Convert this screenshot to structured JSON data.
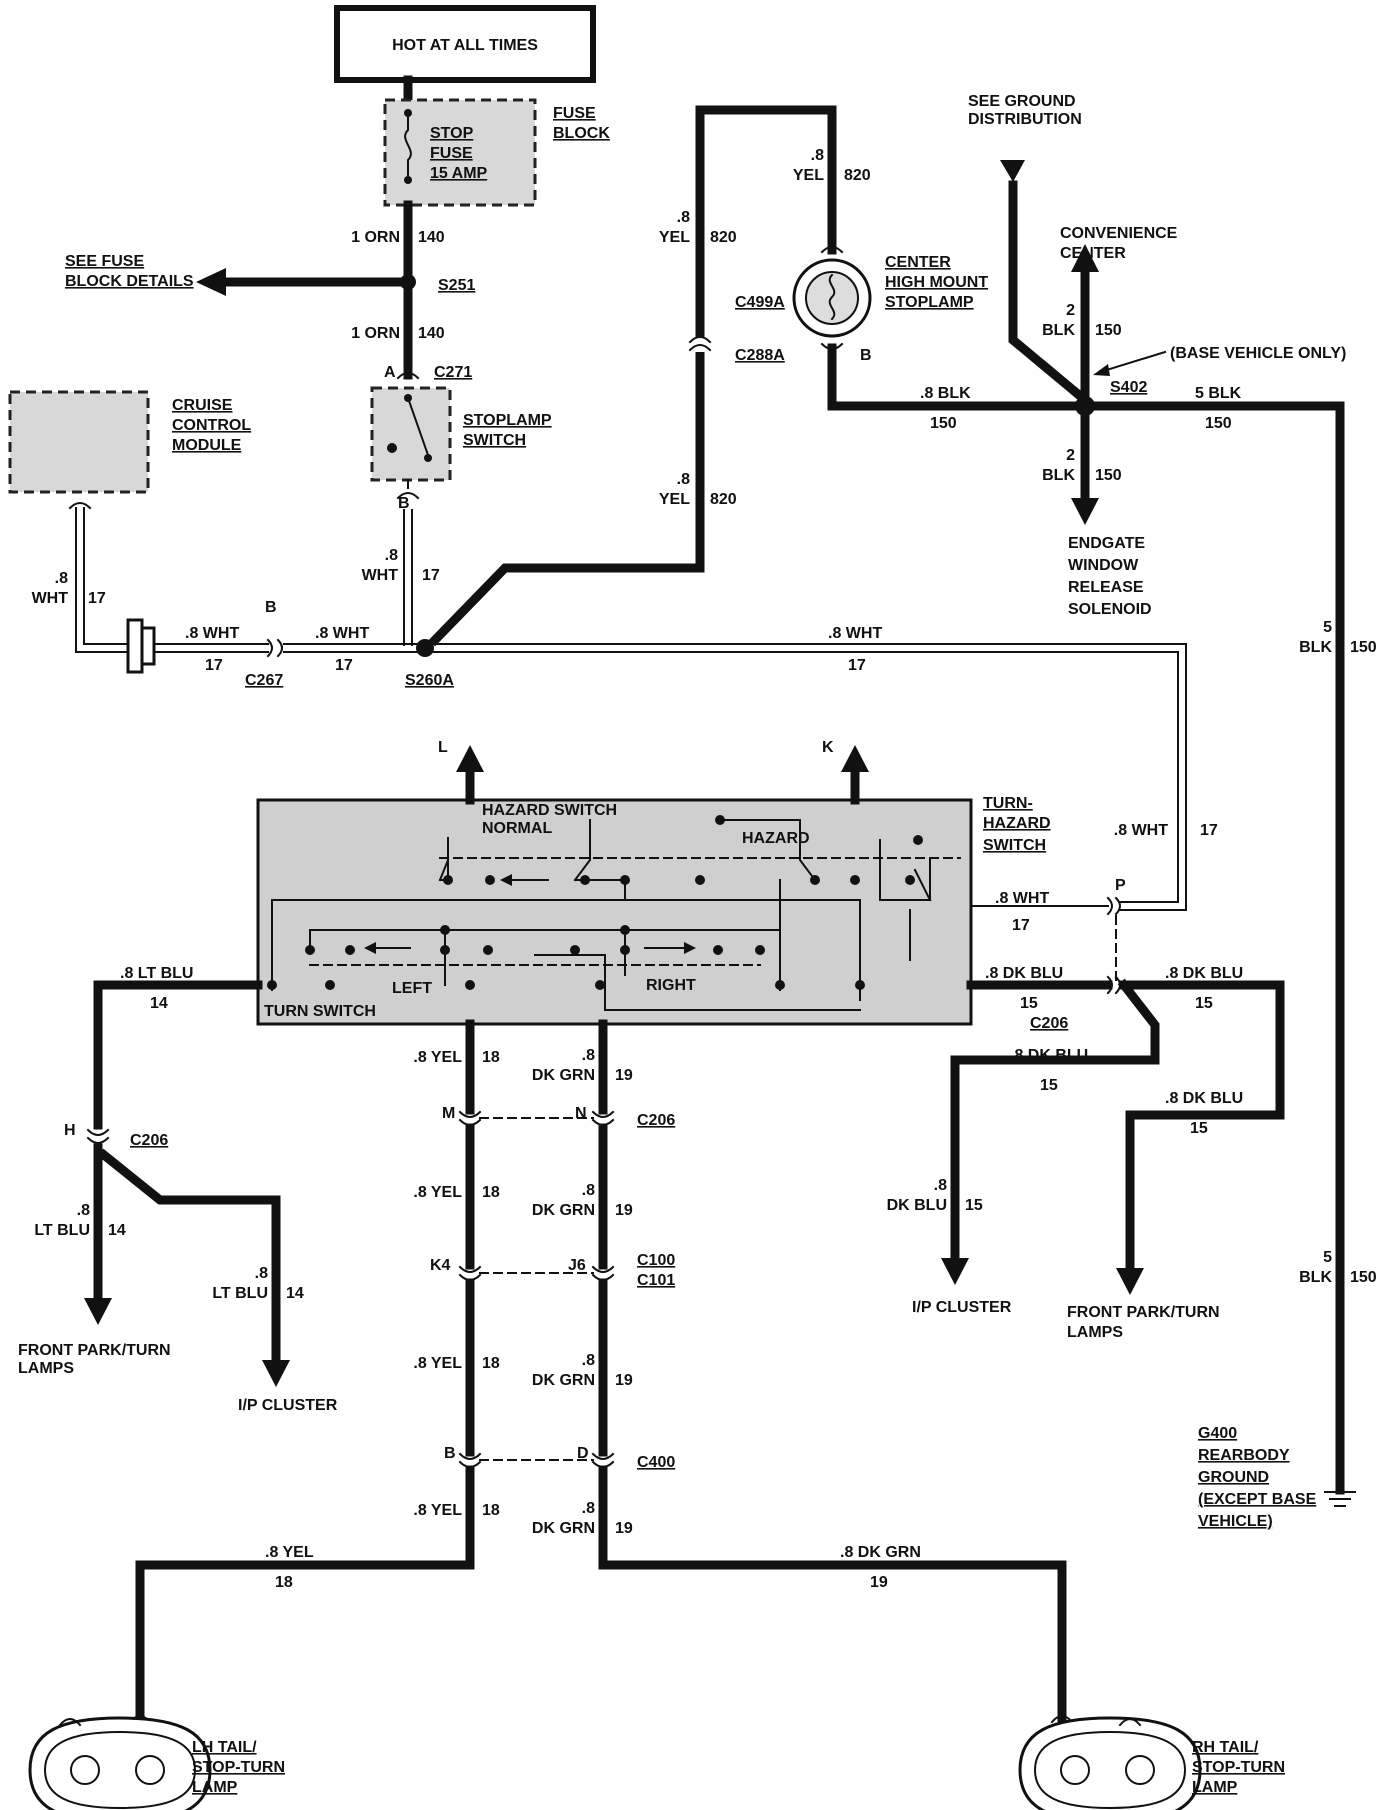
{
  "title": "HOT AT ALL TIMES",
  "fuse_block": {
    "label1": "FUSE",
    "label2": "BLOCK",
    "fuse1": "STOP",
    "fuse2": "FUSE",
    "fuse3": "15 AMP"
  },
  "see_fuse": {
    "line1": "SEE FUSE",
    "line2": "BLOCK DETAILS"
  },
  "s251": "S251",
  "orn_top": {
    "gauge": "1 ORN",
    "circuit": "140"
  },
  "orn_bot": {
    "gauge": "1 ORN",
    "circuit": "140"
  },
  "c271": {
    "pin": "A",
    "name": "C271",
    "pin_b": "B"
  },
  "stoplamp_switch": {
    "line1": "STOPLAMP",
    "line2": "SWITCH"
  },
  "cruise": {
    "line1": "CRUISE",
    "line2": "CONTROL",
    "line3": "MODULE"
  },
  "wht_left_vert": {
    "gauge1": ".8",
    "gauge2": "WHT",
    "circuit": "17"
  },
  "wht_switch_vert": {
    "gauge1": ".8",
    "gauge2": "WHT",
    "circuit": "17"
  },
  "c267": {
    "pin": "B",
    "name": "C267"
  },
  "wht_h1": {
    "gauge": ".8 WHT",
    "circuit": "17"
  },
  "wht_h2": {
    "gauge": ".8 WHT",
    "circuit": "17"
  },
  "wht_h3": {
    "gauge": ".8 WHT",
    "circuit": "17"
  },
  "s260a": "S260A",
  "yel_820_low": {
    "gauge1": ".8",
    "gauge2": "YEL",
    "circuit": "820"
  },
  "yel_820_mid": {
    "gauge1": ".8",
    "gauge2": "YEL",
    "circuit": "820"
  },
  "yel_820_top": {
    "gauge1": ".8",
    "gauge2": "YEL",
    "circuit": "820"
  },
  "c288a": "C288A",
  "c499a": "C499A",
  "chmsl": {
    "line1": "CENTER",
    "line2": "HIGH MOUNT",
    "line3": "STOPLAMP",
    "pin": "B"
  },
  "see_ground": {
    "line1": "SEE GROUND",
    "line2": "DISTRIBUTION"
  },
  "convenience": {
    "line1": "CONVENIENCE",
    "line2": "CENTER"
  },
  "blk_150_up": {
    "gauge1": "2",
    "gauge2": "BLK",
    "circuit": "150"
  },
  "base_only": "(BASE VEHICLE ONLY)",
  "s402": "S402",
  "blk_150_left": {
    "gauge": ".8 BLK",
    "circuit": "150"
  },
  "blk_150_right": {
    "gauge": "5 BLK",
    "circuit": "150"
  },
  "blk_150_down": {
    "gauge1": "2",
    "gauge2": "BLK",
    "circuit": "150"
  },
  "endgate": {
    "line1": "ENDGATE",
    "line2": "WINDOW",
    "line3": "RELEASE",
    "line4": "SOLENOID"
  },
  "blk_150_v1": {
    "gauge1": "5",
    "gauge2": "BLK",
    "circuit": "150"
  },
  "blk_150_v2": {
    "gauge1": "5",
    "gauge2": "BLK",
    "circuit": "150"
  },
  "g400": {
    "line1": "G400",
    "line2": "REARBODY",
    "line3": "GROUND",
    "line4": "(EXCEPT BASE",
    "line5": "VEHICLE)"
  },
  "switch": {
    "pin_l": "L",
    "pin_k": "K",
    "hazard_switch": "HAZARD SWITCH",
    "normal": "NORMAL",
    "hazard": "HAZARD",
    "left": "LEFT",
    "right": "RIGHT",
    "turn_switch": "TURN SWITCH",
    "name1": "TURN-",
    "name2": "HAZARD",
    "name3": "SWITCH"
  },
  "wht_p_vert": {
    "gauge": ".8 WHT",
    "circuit": "17"
  },
  "wht_p_h": {
    "gauge": ".8 WHT",
    "circuit": "17",
    "pin": "P"
  },
  "ltblu_h": {
    "gauge": ".8 LT BLU",
    "circuit": "14"
  },
  "dkblu_h": {
    "gauge": ".8 DK BLU",
    "circuit": "15"
  },
  "dkblu_r": {
    "gauge": ".8 DK BLU",
    "circuit": "15"
  },
  "c206_r": "C206",
  "dkblu_mid": {
    "gauge": ".8 DK BLU",
    "circuit": "15"
  },
  "dkblu_right2": {
    "gauge": ".8 DK BLU",
    "circuit": "15"
  },
  "dkblu_v": {
    "gauge1": ".8",
    "gauge2": "DK BLU",
    "circuit": "15"
  },
  "ip_cluster_r": "I/P CLUSTER",
  "front_park_r": {
    "line1": "FRONT PARK/TURN",
    "line2": "LAMPS"
  },
  "c206_left": {
    "pin": "H",
    "name": "C206"
  },
  "ltblu_v1": {
    "gauge1": ".8",
    "gauge2": "LT BLU",
    "circuit": "14"
  },
  "ltblu_v2": {
    "gauge1": ".8",
    "gauge2": "LT BLU",
    "circuit": "14"
  },
  "front_park_l": {
    "line1": "FRONT PARK/TURN",
    "line2": "LAMPS"
  },
  "ip_cluster_l": "I/P CLUSTER",
  "yel18": [
    {
      "gauge": ".8 YEL",
      "circuit": "18"
    },
    {
      "gauge": ".8 YEL",
      "circuit": "18"
    },
    {
      "gauge": ".8 YEL",
      "circuit": "18"
    },
    {
      "gauge": ".8 YEL",
      "circuit": "18"
    }
  ],
  "grn19": [
    {
      "gauge1": ".8",
      "gauge2": "DK GRN",
      "circuit": "19"
    },
    {
      "gauge1": ".8",
      "gauge2": "DK GRN",
      "circuit": "19"
    },
    {
      "gauge1": ".8",
      "gauge2": "DK GRN",
      "circuit": "19"
    },
    {
      "gauge1": ".8",
      "gauge2": "DK GRN",
      "circuit": "19"
    }
  ],
  "c206_mid": {
    "pin_m": "M",
    "pin_n": "N",
    "name": "C206"
  },
  "c100": {
    "pin_k4": "K4",
    "pin_j6": "J6",
    "name1": "C100",
    "name2": "C101"
  },
  "c400": {
    "pin_b": "B",
    "pin_d": "D",
    "name": "C400"
  },
  "yel_bottom": {
    "gauge": ".8 YEL",
    "circuit": "18"
  },
  "grn_bottom": {
    "gauge": ".8 DK GRN",
    "circuit": "19"
  },
  "lh_lamp": {
    "line1": "LH TAIL/",
    "line2": "STOP-TURN",
    "line3": "LAMP"
  },
  "rh_lamp": {
    "line1": "RH TAIL/",
    "line2": "STOP-TURN",
    "line3": "LAMP"
  }
}
